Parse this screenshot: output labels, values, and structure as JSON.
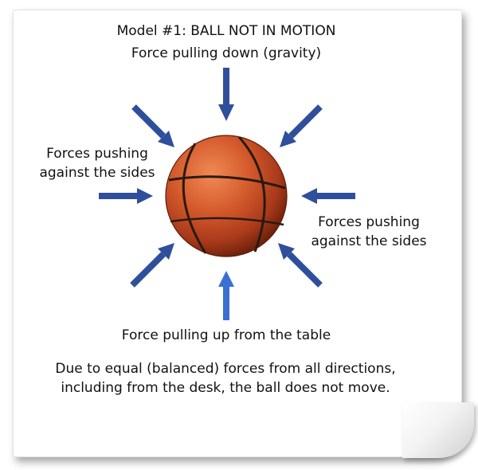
{
  "title": "Model #1: BALL NOT IN MOTION",
  "labels": {
    "top": "Force pulling down (gravity)",
    "left_line1": "Forces pushing",
    "left_line2": "against the sides",
    "right_line1": "Forces pushing",
    "right_line2": "against the sides",
    "bottom": "Force pulling up from the table"
  },
  "caption": {
    "line1": "Due to equal (balanced) forces from all directions,",
    "line2": "including from the desk, the ball does not move."
  },
  "colors": {
    "arrow": "#2f4f9b",
    "arrow_up": "#3a6fd4",
    "ball": "#c9502a",
    "seam": "#2a1a10"
  },
  "icons": {
    "ball": "basketball-icon",
    "arrow": "force-arrow-icon"
  }
}
